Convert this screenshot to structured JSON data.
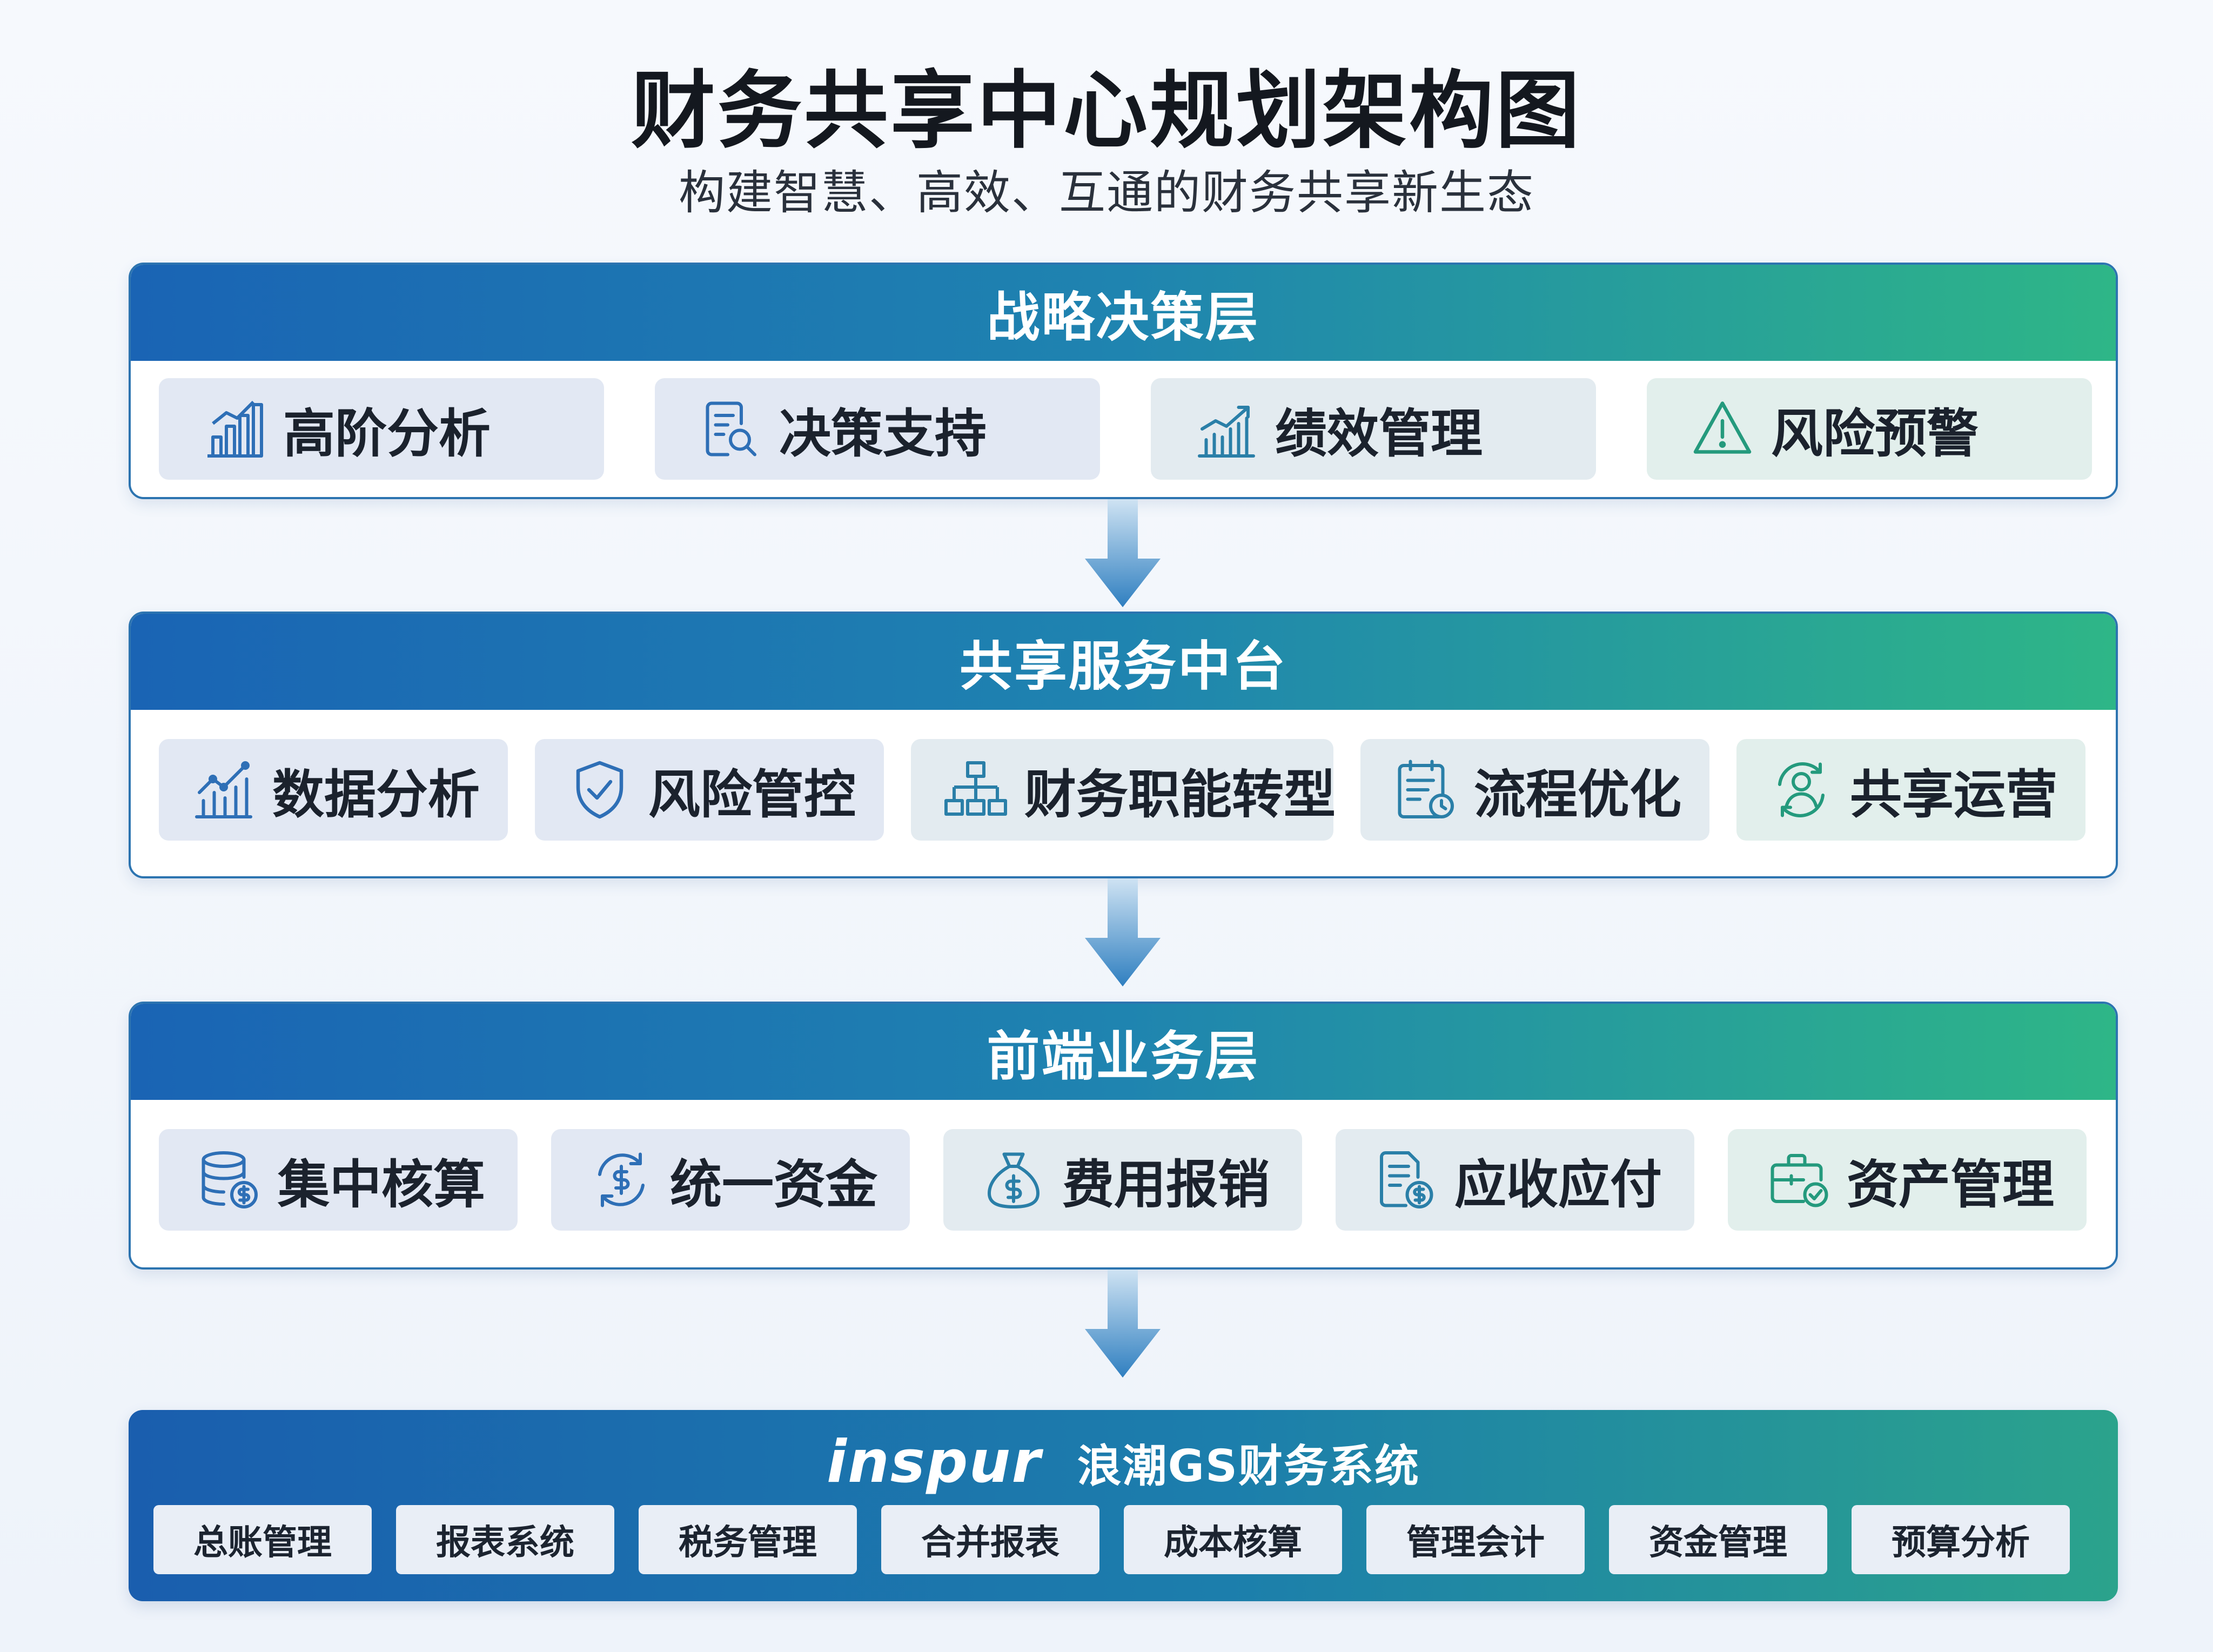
{
  "title": "财务共享中心规划架构图",
  "subtitle": "构建智慧、高效、互通的财务共享新生态",
  "layers": [
    {
      "name": "战略决策层",
      "items": [
        {
          "label": "高阶分析",
          "icon": "bar-chart-icon"
        },
        {
          "label": "决策支持",
          "icon": "document-search-icon"
        },
        {
          "label": "绩效管理",
          "icon": "growth-chart-icon"
        },
        {
          "label": "风险预警",
          "icon": "warning-icon"
        }
      ]
    },
    {
      "name": "共享服务中台",
      "items": [
        {
          "label": "数据分析",
          "icon": "trend-chart-icon"
        },
        {
          "label": "风险管控",
          "icon": "shield-check-icon"
        },
        {
          "label": "财务职能转型",
          "icon": "org-chart-icon"
        },
        {
          "label": "流程优化",
          "icon": "checklist-clock-icon"
        },
        {
          "label": "共享运营",
          "icon": "user-cycle-icon"
        }
      ]
    },
    {
      "name": "前端业务层",
      "items": [
        {
          "label": "集中核算",
          "icon": "database-coin-icon"
        },
        {
          "label": "统一资金",
          "icon": "currency-cycle-icon"
        },
        {
          "label": "费用报销",
          "icon": "money-bag-icon"
        },
        {
          "label": "应收应付",
          "icon": "invoice-coin-icon"
        },
        {
          "label": "资产管理",
          "icon": "briefcase-check-icon"
        }
      ]
    }
  ],
  "system": {
    "logo": "inspur",
    "name": "浪潮GS财务系统",
    "modules": [
      "总账管理",
      "报表系统",
      "税务管理",
      "合并报表",
      "成本核算",
      "管理会计",
      "资金管理",
      "预算分析"
    ]
  },
  "colors": {
    "header_start": "#1a64b4",
    "header_end": "#2eb687",
    "border": "#2c74b0",
    "arrow": "#2f7fc0"
  }
}
